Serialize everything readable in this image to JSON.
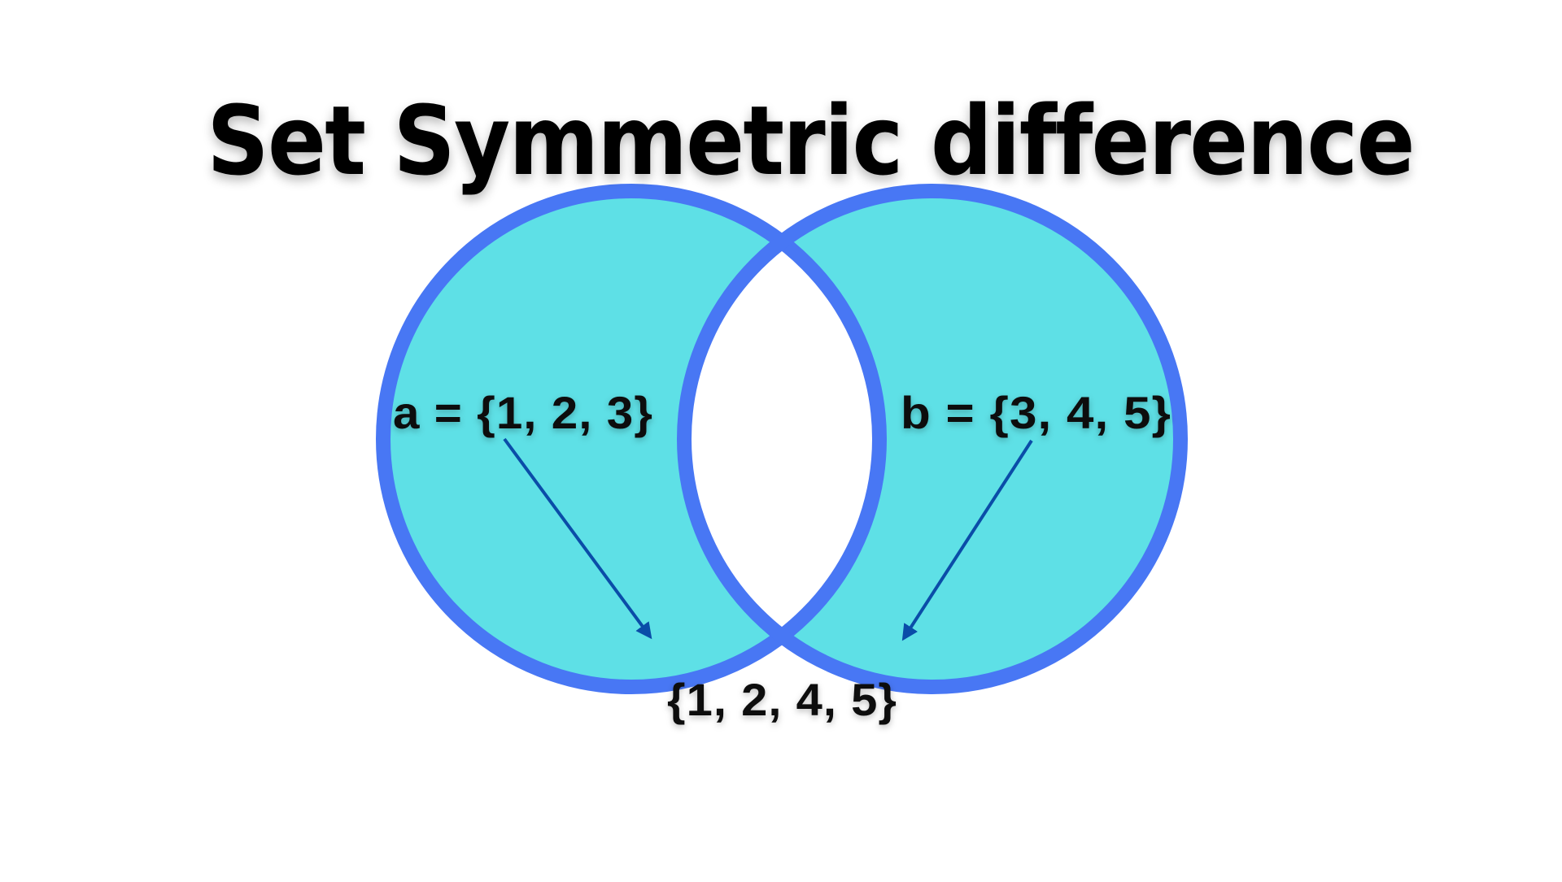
{
  "title": "Set Symmetric difference",
  "diagram": {
    "type": "venn-symmetric-difference",
    "set_a": {
      "label": "a = {1, 2, 3}",
      "elements": [
        1,
        2,
        3
      ]
    },
    "set_b": {
      "label": "b = {3, 4, 5}",
      "elements": [
        3,
        4,
        5
      ]
    },
    "result": {
      "label": "{1, 2, 4, 5}",
      "elements": [
        1,
        2,
        4,
        5
      ]
    },
    "colors": {
      "fill": "#5EE0E6",
      "stroke": "#4877F4",
      "intersection": "#FFFFFF",
      "arrow": "#0A4DA8",
      "text": "#0A0A0A"
    }
  }
}
